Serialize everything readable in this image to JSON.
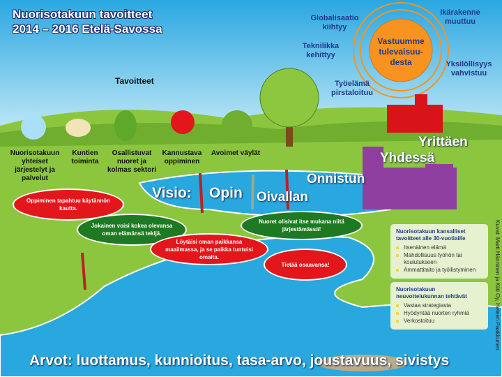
{
  "title": {
    "line1": "Nuorisotakuun tavoitteet",
    "line2": "2014 – 2016 Etelä-Savossa"
  },
  "sun": {
    "center": "Vastuumme tulevaisuu-desta",
    "trends": [
      "Globalisaatio kiihtyy",
      "Ikärakenne muuttuu",
      "Teknilikka kehittyy",
      "Yksilöllisyys vahvistuu",
      "Työelämä pirstaloituu"
    ]
  },
  "goals": {
    "heading": "Tavoitteet",
    "items": [
      "Nuorisotakuun yhteiset järjestelyt ja palvelut",
      "Kuntien toiminta",
      "Osallistuvat nuoret ja kolmas sektori",
      "Kannustava oppiminen",
      "Avoimet väylät"
    ]
  },
  "vision": {
    "label": "Visio:",
    "words": [
      "Opin",
      "Oivallan",
      "Onnistun",
      "Yhdessä",
      "Yrittäen"
    ]
  },
  "bubbles": [
    "Oppiminen tapahtuu käytännön kautta.",
    "Jokainen voisi kokea olevansa oman elämänsä tekijä.",
    "Löytäisi oman paikkansa maailmassa, ja se paikka tuntuisi omalta.",
    "Nuoret olisivat itse mukana niitä järjestämässä!",
    "Tietää osaavansa!"
  ],
  "box1": {
    "title": "Nuorisotakuun kansalliset tavoitteet alle 30-vuotiaille",
    "items": [
      "Itsenäinen elämä",
      "Mahdollisuus työhön tai koulutukseen",
      "Ammattitaito ja työllistyminen"
    ]
  },
  "box2": {
    "title": "Nuorisotakuun neuvottelukunnan tehtävät",
    "items": [
      "Vastaa strategiasta",
      "Hyödyntää nuorten ryhmiä",
      "Verkostoituu"
    ]
  },
  "values": "Arvot: luottamus, kunnioitus, tasa-arvo, joustavuus, sivistys",
  "credit": "Kuvat: Marti Hänninen ja Kiiti Oy, Heleen Paakkunen",
  "colors": {
    "sky": "#5bbfe8",
    "grass": "#8cc63f",
    "river": "#29a8e0",
    "sun": "#f7931e"
  }
}
